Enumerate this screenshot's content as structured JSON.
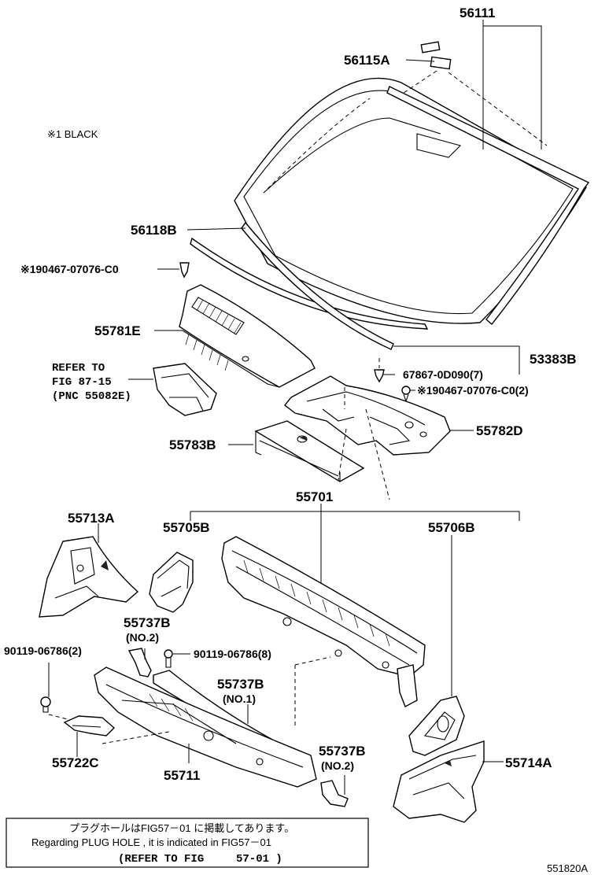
{
  "legend_note": "※1 BLACK",
  "parts": {
    "p56111": "56111",
    "p56115A": "56115A",
    "p56118B": "56118B",
    "clip_left": "※190467-07076-C0",
    "p55781E": "55781E",
    "refer_line1": "REFER TO",
    "refer_line2": "FIG 87-15",
    "refer_line3": "(PNC 55082E)",
    "p53383B": "53383B",
    "p67867": "67867-0D090(7)",
    "clip_right": "※190467-07076-C0(2)",
    "p55782D": "55782D",
    "p55783B": "55783B",
    "p55701": "55701",
    "p55713A": "55713A",
    "p55705B": "55705B",
    "p55706B": "55706B",
    "p55737B_top": "55737B",
    "p55737B_top_sub": "(NO.2)",
    "p90119_left": "90119-06786(2)",
    "p90119_mid": "90119-06786(8)",
    "p55737B_mid": "55737B",
    "p55737B_mid_sub": "(NO.1)",
    "p55722C": "55722C",
    "p55711": "55711",
    "p55737B_bot": "55737B",
    "p55737B_bot_sub": "(NO.2)",
    "p55714A": "55714A"
  },
  "footer": {
    "line_jp": "プラグホールはFIG57－01 に掲載してあります。",
    "line_en": "Regarding  PLUG HOLE , it is indicated in FIG57－01",
    "line_ref_a": "(REFER TO FIG",
    "line_ref_b": "57-01 )"
  },
  "figure_code": "551820A"
}
